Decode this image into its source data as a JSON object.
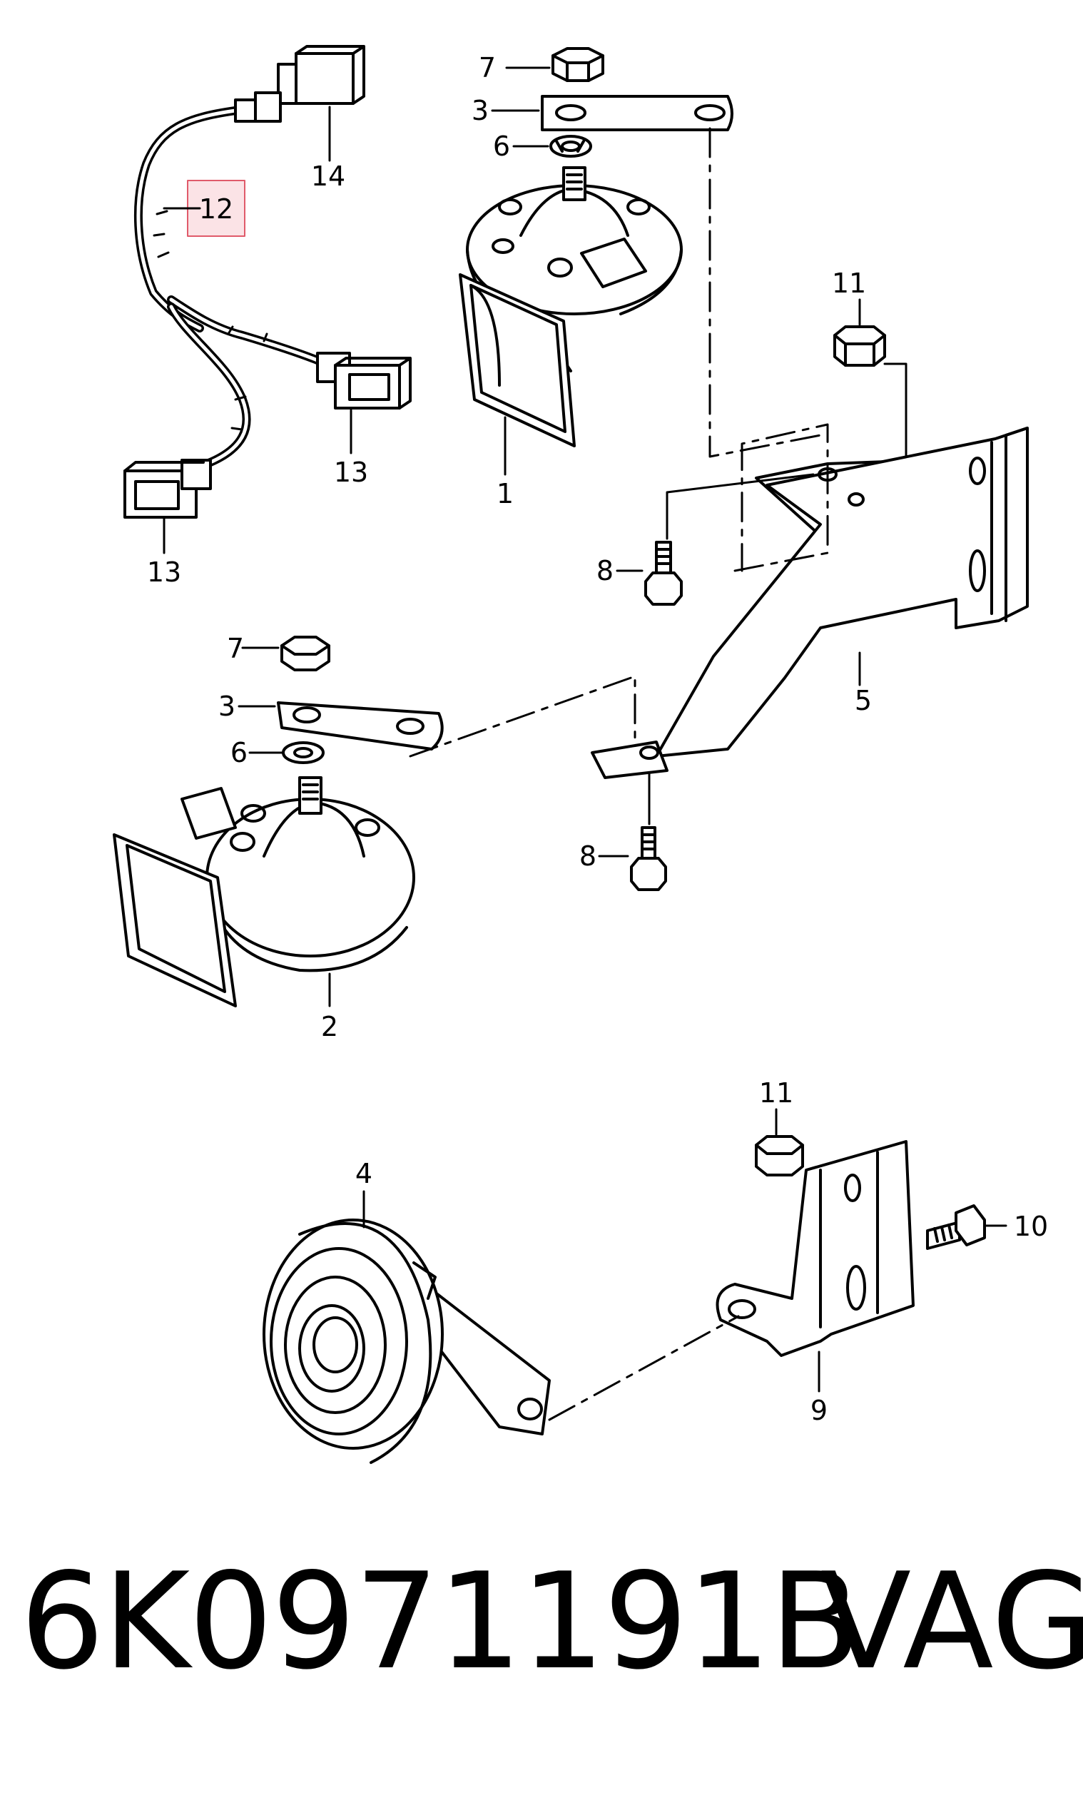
{
  "diagram": {
    "labels": {
      "horn_1": "1",
      "horn_2": "2",
      "bracket_strap_upper": "3",
      "bracket_strap_lower": "3",
      "horn_4": "4",
      "bracket_5": "5",
      "washer_upper": "6",
      "washer_lower": "6",
      "nut_upper": "7",
      "nut_lower": "7",
      "bolt_upper": "8",
      "bolt_lower": "8",
      "bracket_9": "9",
      "bolt_10": "10",
      "nut_11_upper": "11",
      "nut_11_lower": "11",
      "wiring_harness": "12",
      "connector_right": "13",
      "connector_left": "13",
      "connector_top": "14"
    },
    "highlight_color": "#e05a6a",
    "highlight_fill": "#fbe3e6",
    "line_color": "#000000"
  },
  "footer": {
    "part_number": "6K0971191B",
    "brand": "VAG"
  }
}
